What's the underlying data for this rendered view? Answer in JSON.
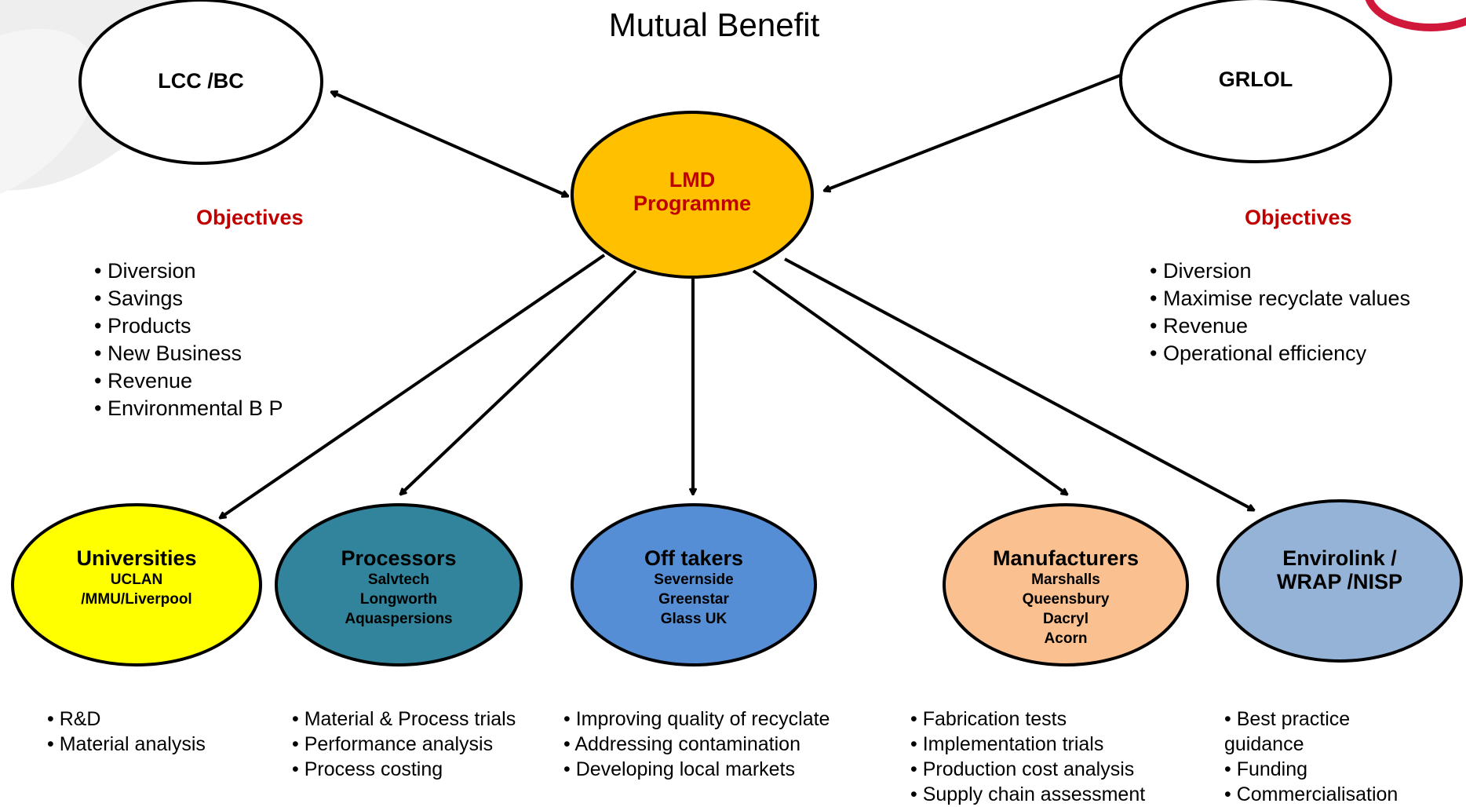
{
  "title": "Mutual Benefit",
  "top_nodes": {
    "left": "LCC /BC",
    "right": "GRLOL"
  },
  "center": {
    "line1": "LMD",
    "line2": "Programme"
  },
  "objectives_left": {
    "heading": "Objectives",
    "items": [
      "• Diversion",
      "• Savings",
      "• Products",
      "• New Business",
      "• Revenue",
      "• Environmental B P"
    ]
  },
  "objectives_right": {
    "heading": "Objectives",
    "items": [
      "• Diversion",
      "• Maximise recyclate values",
      "• Revenue",
      "• Operational efficiency"
    ]
  },
  "partners": [
    {
      "title": "Universities",
      "sub": [
        "UCLAN",
        "/MMU/Liverpool"
      ],
      "color": "#ffff00"
    },
    {
      "title": "Processors",
      "sub": [
        "Salvtech",
        "Longworth",
        "Aquaspersions"
      ],
      "color": "#31849b"
    },
    {
      "title": "Off takers",
      "sub": [
        "Severnside",
        "Greenstar",
        "Glass UK"
      ],
      "color": "#558ed5"
    },
    {
      "title": "Manufacturers",
      "sub": [
        "Marshalls",
        "Queensbury",
        "Dacryl",
        "Acorn"
      ],
      "color": "#fac090"
    },
    {
      "title": "Envirolink /",
      "title2": "WRAP /NISP",
      "sub": [],
      "color": "#95b3d7"
    }
  ],
  "benefits": [
    [
      "• R&D",
      "• Material analysis"
    ],
    [
      "• Material & Process trials",
      "• Performance analysis",
      "• Process costing"
    ],
    [
      "• Improving quality of recyclate",
      "• Addressing contamination",
      "• Developing local markets"
    ],
    [
      "• Fabrication tests",
      "• Implementation  trials",
      "• Production cost analysis",
      "• Supply chain assessment"
    ],
    [
      "• Best practice",
      "guidance",
      "• Funding",
      "• Commercialisation"
    ]
  ],
  "colors": {
    "center_fill": "#ffc000",
    "center_text": "#c00000",
    "objectives_heading": "#c00000"
  }
}
